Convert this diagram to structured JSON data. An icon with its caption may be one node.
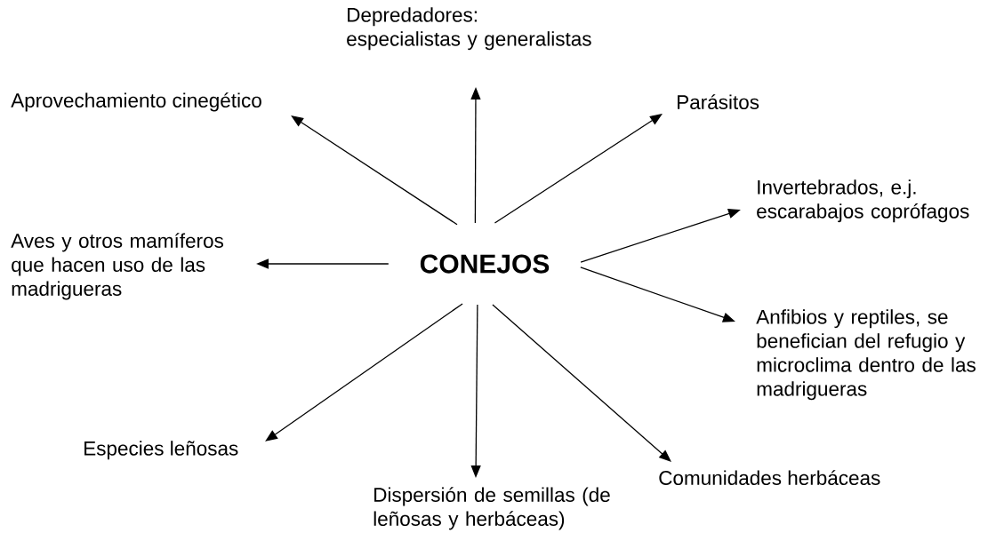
{
  "diagram": {
    "nodes": [
      {
        "text": [
          "Depredadores: especialistas y generalistas"
        ]
      },
      {
        "text": [
          "Aprovechamiento cinegético"
        ]
      },
      {
        "text": [
          "Parásitos"
        ]
      },
      {
        "text": [
          "Invertebrados, e.j. escarabajos coprófagos"
        ]
      },
      {
        "text": [
          "Aves y otros mamíferos que hacen uso de las madrigueras"
        ]
      },
      {
        "text": [
          "**CONEJOS**"
        ]
      },
      {
        "text": [
          "Anfibios y reptiles, se benefician del refugio y microclima dentro de las madrigueras"
        ]
      },
      {
        "text": [
          "Especies leñosas"
        ]
      },
      {
        "text": [
          "Dispersión de semillas (de leñosas y herbáceas)"
        ]
      },
      {
        "text": [
          "Comunidades herbáceas"
        ]
      }
    ],
    "edges": [
      {
        "from": 5,
        "to": 0,
        "arrow": "to"
      },
      {
        "from": 5,
        "to": 1,
        "arrow": "to"
      },
      {
        "from": 5,
        "to": 2,
        "arrow": "to"
      },
      {
        "from": 5,
        "to": 3,
        "arrow": "to"
      },
      {
        "from": 5,
        "to": 4,
        "arrow": "to"
      },
      {
        "from": 5,
        "to": 6,
        "arrow": "to"
      },
      {
        "from": 5,
        "to": 7,
        "arrow": "to"
      },
      {
        "from": 5,
        "to": 8,
        "arrow": "to"
      },
      {
        "from": 5,
        "to": 9,
        "arrow": "to"
      }
    ]
  }
}
